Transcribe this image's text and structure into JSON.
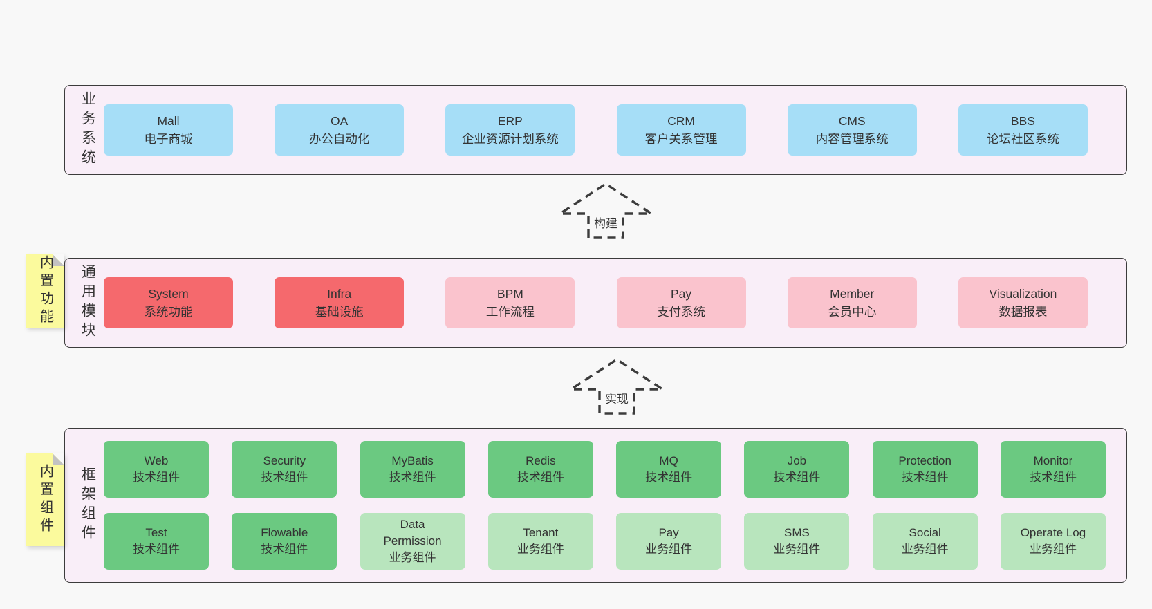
{
  "colors": {
    "page_bg": "#f8f8f8",
    "panel_bg": "#f9eef8",
    "panel_border": "#3c3c3c",
    "text": "#333333",
    "blue": "#a6def7",
    "red": "#f5696d",
    "pink": "#fac3cd",
    "green_dark": "#6bc981",
    "green_light": "#b8e5bd",
    "note_yellow": "#fbfa9d",
    "note_fold": "#c2c2c2",
    "arrow": "#3c3c3c"
  },
  "panels": {
    "business": {
      "label": "业务系统",
      "boxes": [
        {
          "title": "Mall",
          "subtitle": "电子商城",
          "color": "blue"
        },
        {
          "title": "OA",
          "subtitle": "办公自动化",
          "color": "blue"
        },
        {
          "title": "ERP",
          "subtitle": "企业资源计划系统",
          "color": "blue"
        },
        {
          "title": "CRM",
          "subtitle": "客户关系管理",
          "color": "blue"
        },
        {
          "title": "CMS",
          "subtitle": "内容管理系统",
          "color": "blue"
        },
        {
          "title": "BBS",
          "subtitle": "论坛社区系统",
          "color": "blue"
        }
      ]
    },
    "modules": {
      "label": "通用模块",
      "note": "内置功能",
      "boxes": [
        {
          "title": "System",
          "subtitle": "系统功能",
          "color": "red"
        },
        {
          "title": "Infra",
          "subtitle": "基础设施",
          "color": "red"
        },
        {
          "title": "BPM",
          "subtitle": "工作流程",
          "color": "pink"
        },
        {
          "title": "Pay",
          "subtitle": "支付系统",
          "color": "pink"
        },
        {
          "title": "Member",
          "subtitle": "会员中心",
          "color": "pink"
        },
        {
          "title": "Visualization",
          "subtitle": "数据报表",
          "color": "pink"
        }
      ]
    },
    "components": {
      "label": "框架组件",
      "note": "内置组件",
      "rows": [
        [
          {
            "title": "Web",
            "subtitle": "技术组件",
            "color": "green_dark"
          },
          {
            "title": "Security",
            "subtitle": "技术组件",
            "color": "green_dark"
          },
          {
            "title": "MyBatis",
            "subtitle": "技术组件",
            "color": "green_dark"
          },
          {
            "title": "Redis",
            "subtitle": "技术组件",
            "color": "green_dark"
          },
          {
            "title": "MQ",
            "subtitle": "技术组件",
            "color": "green_dark"
          },
          {
            "title": "Job",
            "subtitle": "技术组件",
            "color": "green_dark"
          },
          {
            "title": "Protection",
            "subtitle": "技术组件",
            "color": "green_dark"
          },
          {
            "title": "Monitor",
            "subtitle": "技术组件",
            "color": "green_dark"
          }
        ],
        [
          {
            "title": "Test",
            "subtitle": "技术组件",
            "color": "green_dark"
          },
          {
            "title": "Flowable",
            "subtitle": "技术组件",
            "color": "green_dark"
          },
          {
            "title": "Data Permission",
            "subtitle": "业务组件",
            "color": "green_light"
          },
          {
            "title": "Tenant",
            "subtitle": "业务组件",
            "color": "green_light"
          },
          {
            "title": "Pay",
            "subtitle": "业务组件",
            "color": "green_light"
          },
          {
            "title": "SMS",
            "subtitle": "业务组件",
            "color": "green_light"
          },
          {
            "title": "Social",
            "subtitle": "业务组件",
            "color": "green_light"
          },
          {
            "title": "Operate Log",
            "subtitle": "业务组件",
            "color": "green_light"
          }
        ]
      ]
    }
  },
  "arrows": [
    {
      "label": "构建"
    },
    {
      "label": "实现"
    }
  ]
}
